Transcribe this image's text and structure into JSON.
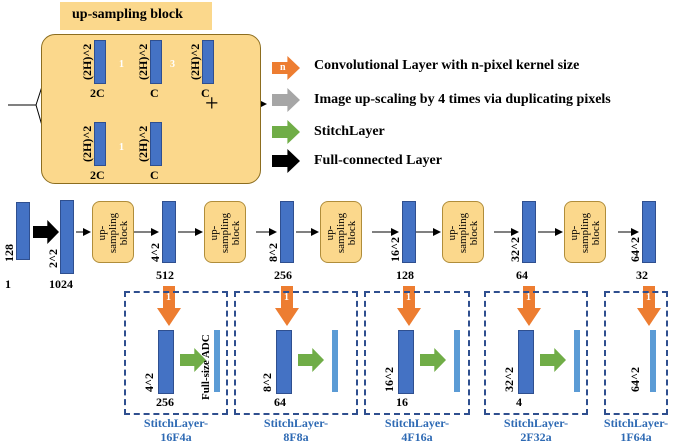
{
  "upsampling_block": {
    "title": "up-sampling block",
    "top_dims": [
      "(2H)^2",
      "(2H)^2",
      "(2H)^2"
    ],
    "top_channels": [
      "2C",
      "C",
      "C"
    ],
    "bottom_dims": [
      "(2H)^2",
      "(2H)^2"
    ],
    "bottom_channels": [
      "2C",
      "C"
    ],
    "kernel_1": "1",
    "kernel_3": "3",
    "kernel_b": "1",
    "plus": "+"
  },
  "legend": {
    "conv_glyph": "n",
    "conv": "Convolutional Layer with n-pixel kernel size",
    "upscale": "Image up-scaling by 4 times via duplicating pixels",
    "stitch": "StitchLayer",
    "fc": "Full-connected Layer"
  },
  "pipeline": {
    "input_dim": "128",
    "input_ch": "1",
    "fc_dim": "2^2",
    "fc_ch": "1024",
    "block_label": "up-\nsampling\nblock",
    "stages": [
      {
        "dim": "4^2",
        "ch": "512"
      },
      {
        "dim": "8^2",
        "ch": "256"
      },
      {
        "dim": "16^2",
        "ch": "128"
      },
      {
        "dim": "32^2",
        "ch": "64"
      },
      {
        "dim": "64^2",
        "ch": "32"
      }
    ],
    "kernel": "1"
  },
  "stitch_boxes": [
    {
      "dim": "4^2",
      "ch": "256",
      "side": "Full-size ADC",
      "caption1": "StitchLayer-",
      "caption2": "16F4a"
    },
    {
      "dim": "8^2",
      "ch": "64",
      "side": "",
      "caption1": "StitchLayer-",
      "caption2": "8F8a"
    },
    {
      "dim": "16^2",
      "ch": "16",
      "side": "",
      "caption1": "StitchLayer-",
      "caption2": "4F16a"
    },
    {
      "dim": "32^2",
      "ch": "4",
      "side": "",
      "caption1": "StitchLayer-",
      "caption2": "2F32a"
    },
    {
      "dim": "64^2",
      "ch": "",
      "side": "",
      "caption1": "StitchLayer-",
      "caption2": "1F64a"
    }
  ],
  "colors": {
    "bar": "#4472c4",
    "block_fill": "#fbd88c",
    "conv_arrow": "#ed7d31",
    "upscale_arrow": "#a6a6a6",
    "stitch_arrow": "#70ad47",
    "fc_arrow": "#000000",
    "dashed_box": "#2f4f8f",
    "caption": "#2e6ab4"
  }
}
